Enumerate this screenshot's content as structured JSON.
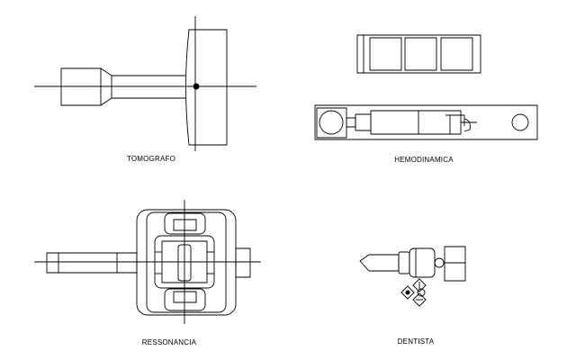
{
  "drawing": {
    "line_color": "#000000",
    "background": "#ffffff",
    "blocks": [
      {
        "id": "tomografo",
        "label": "TOMOGRAFO"
      },
      {
        "id": "hemodinamica",
        "label": "HEMODINAMICA"
      },
      {
        "id": "ressonancia",
        "label": "RESSONANCIA"
      },
      {
        "id": "dentista",
        "label": "DENTISTA"
      }
    ]
  }
}
